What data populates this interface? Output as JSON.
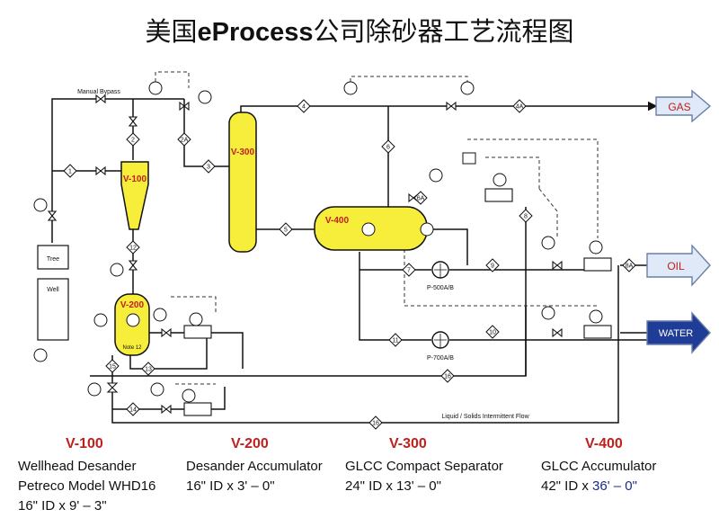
{
  "title": {
    "prefix": "美国",
    "brand": "eProcess",
    "suffix": "公司除砂器工艺流程图"
  },
  "outputs": {
    "gas": "GAS",
    "oil": "OIL",
    "water": "WATER"
  },
  "labels": {
    "manual_bypass": "Manual Bypass",
    "liquid_solids": "Liquid / Solids Intermittent Flow",
    "tree": "Tree",
    "well": "Well",
    "note12": "Note 12",
    "pump_500": "P-500A/B",
    "pump_700": "P-700A/B"
  },
  "vessels": {
    "v100": "V-100",
    "v200": "V-200",
    "v300": "V-300",
    "v400": "V-400"
  },
  "stream_numbers": [
    "1",
    "2",
    "3",
    "4",
    "5",
    "6",
    "7",
    "8",
    "9",
    "10",
    "11",
    "12",
    "13",
    "14",
    "15",
    "16",
    "2A",
    "4A",
    "6A",
    "6B",
    "8A"
  ],
  "captions": [
    {
      "tag": "V-100",
      "lines": [
        "Wellhead Desander",
        "Petreco Model WHD16",
        "16\" ID x 9' – 3\""
      ]
    },
    {
      "tag": "V-200",
      "lines": [
        "Desander Accumulator",
        "16\" ID x 3' – 0\""
      ]
    },
    {
      "tag": "V-300",
      "lines": [
        "GLCC Compact Separator",
        "24\" ID x 13' – 0\""
      ]
    },
    {
      "tag": "V-400",
      "lines": [
        "GLCC Accumulator"
      ],
      "dim_prefix": "42\" ID x ",
      "dim_highlight": "36' – 0\""
    }
  ],
  "colors": {
    "vessel_fill": "#f7ee3c",
    "tag_red": "#c0201c",
    "water_blue": "#1f3d96",
    "arrow_blue": "#dfe9f7"
  }
}
